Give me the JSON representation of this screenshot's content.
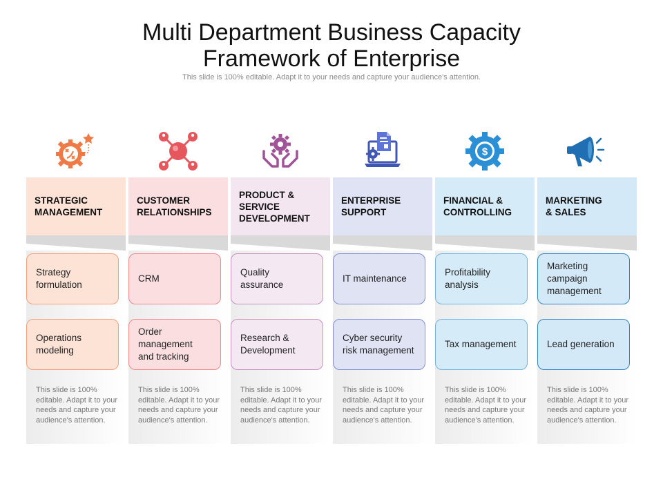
{
  "title_line1": "Multi Department Business Capacity",
  "title_line2": "Framework of Enterprise",
  "subtitle": "This slide is 100% editable. Adapt it to your needs and capture your audience's attention.",
  "columns": [
    {
      "header": "STRATEGIC\nMANAGEMENT",
      "icon": "strategy-gear-icon",
      "colors": {
        "header_bg": "#fde3d6",
        "card_bg": "#fde3d6",
        "card_border": "#f2a07e",
        "icon": "#f07a45"
      },
      "card1": "Strategy\nformulation",
      "card2": "Operations\nmodeling",
      "note": "This slide is 100% editable. Adapt it to your needs and capture your audience's attention."
    },
    {
      "header": "CUSTOMER\nRELATIONSHIPS",
      "icon": "network-icon",
      "colors": {
        "header_bg": "#fbdfe0",
        "card_bg": "#fbdfe0",
        "card_border": "#f0888c",
        "icon": "#e5575d"
      },
      "card1": "CRM",
      "card2": "Order\nmanagement\nand tracking",
      "note": "This slide is 100% editable. Adapt it to your needs and capture your audience's attention."
    },
    {
      "header": "PRODUCT &\nSERVICE\nDEVELOPMENT",
      "icon": "hands-gear-icon",
      "colors": {
        "header_bg": "#f3e6f1",
        "card_bg": "#f4e8f3",
        "card_border": "#c98fbf",
        "icon": "#a05397"
      },
      "card1": "Quality\nassurance",
      "card2": "Research &\nDevelopment",
      "note": "This slide is 100% editable. Adapt it to your needs and capture your audience's attention."
    },
    {
      "header": "ENTERPRISE\nSUPPORT",
      "icon": "laptop-document-icon",
      "colors": {
        "header_bg": "#dfe3f4",
        "card_bg": "#dfe3f4",
        "card_border": "#7f8fd0",
        "icon": "#3f56b5"
      },
      "card1": "IT maintenance",
      "card2": "Cyber security\nrisk management",
      "note": "This slide is 100% editable. Adapt it to your needs and capture your audience's attention."
    },
    {
      "header": "FINANCIAL &\nCONTROLLING",
      "icon": "dollar-gear-icon",
      "colors": {
        "header_bg": "#d6ebf8",
        "card_bg": "#d6ebf8",
        "card_border": "#6fb4e0",
        "icon": "#2b8fd6"
      },
      "card1": "Profitability\nanalysis",
      "card2": "Tax management",
      "note": "This slide is 100% editable. Adapt it to your needs and capture your audience's attention."
    },
    {
      "header": "MARKETING\n& SALES",
      "icon": "megaphone-icon",
      "colors": {
        "header_bg": "#d4e9f7",
        "card_bg": "#d4e9f7",
        "card_border": "#2f85c4",
        "icon": "#1f6fb2"
      },
      "card1": "Marketing\ncampaign\nmanagement",
      "card2": "Lead generation",
      "note": "This slide is 100% editable. Adapt it to your needs and capture your audience's attention."
    }
  ]
}
